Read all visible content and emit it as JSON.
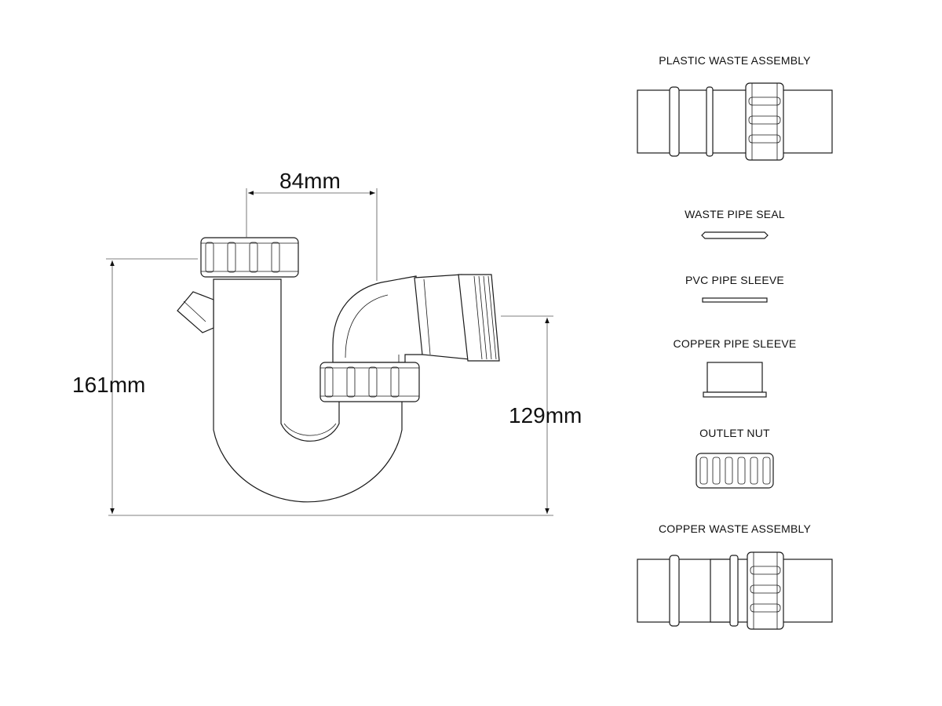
{
  "dimensions": {
    "width_label": "84mm",
    "height_total_label": "161mm",
    "height_outlet_label": "129mm"
  },
  "parts": [
    {
      "label": "PLASTIC WASTE ASSEMBLY"
    },
    {
      "label": "WASTE PIPE SEAL"
    },
    {
      "label": "PVC PIPE SLEEVE"
    },
    {
      "label": "COPPER PIPE SLEEVE"
    },
    {
      "label": "OUTLET NUT"
    },
    {
      "label": "COPPER WASTE ASSEMBLY"
    }
  ]
}
